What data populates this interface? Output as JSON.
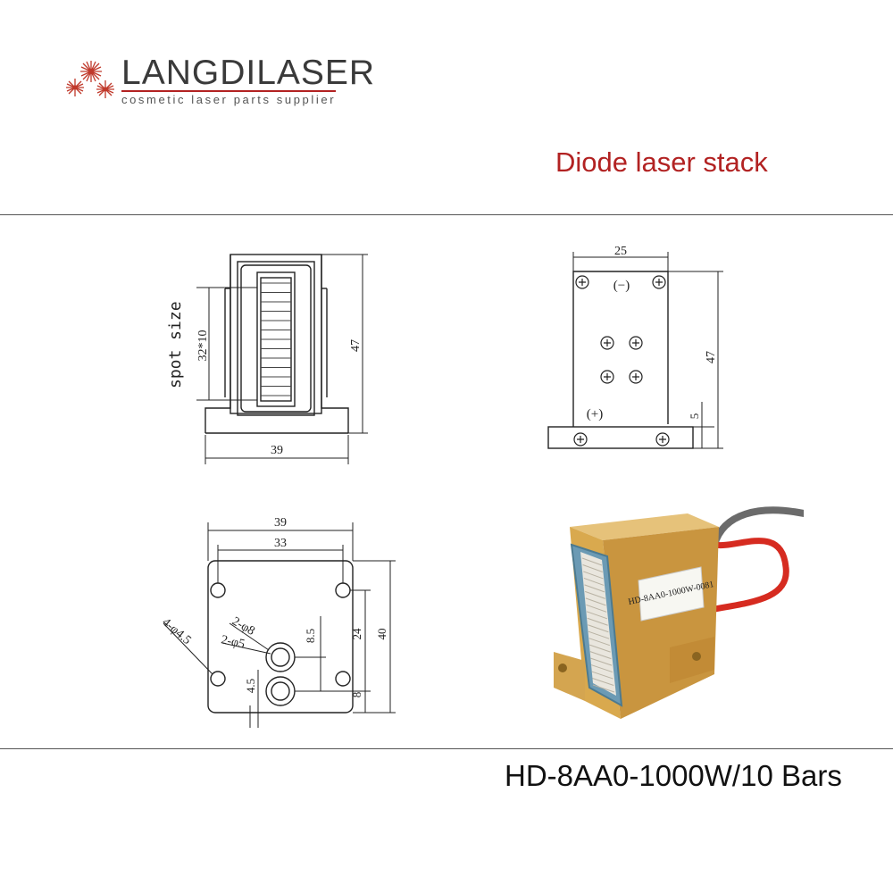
{
  "brand": {
    "name": "LANGDILASER",
    "tagline": "cosmetic laser parts supplier",
    "accent_color": "#b22222"
  },
  "title": "Diode laser stack",
  "model": "HD-8AA0-1000W/10 Bars",
  "front_view": {
    "spot_label": "spot size",
    "spot_dim": "32*10",
    "height": "47",
    "width": "39"
  },
  "back_view": {
    "width": "25",
    "height": "47",
    "base": "5",
    "minus": "(−)",
    "plus": "(+)"
  },
  "bottom_view": {
    "outer_width": "39",
    "inner_width": "33",
    "hole_4": "4-φ4.5",
    "hole_8": "2-φ8",
    "hole_5": "2-φ5",
    "dim_8_5": "8.5",
    "dim_24": "24",
    "dim_40": "40",
    "dim_4_5": "4.5",
    "dim_8": "8"
  },
  "photo": {
    "label": "HD-8AA0-1000W-0081"
  }
}
